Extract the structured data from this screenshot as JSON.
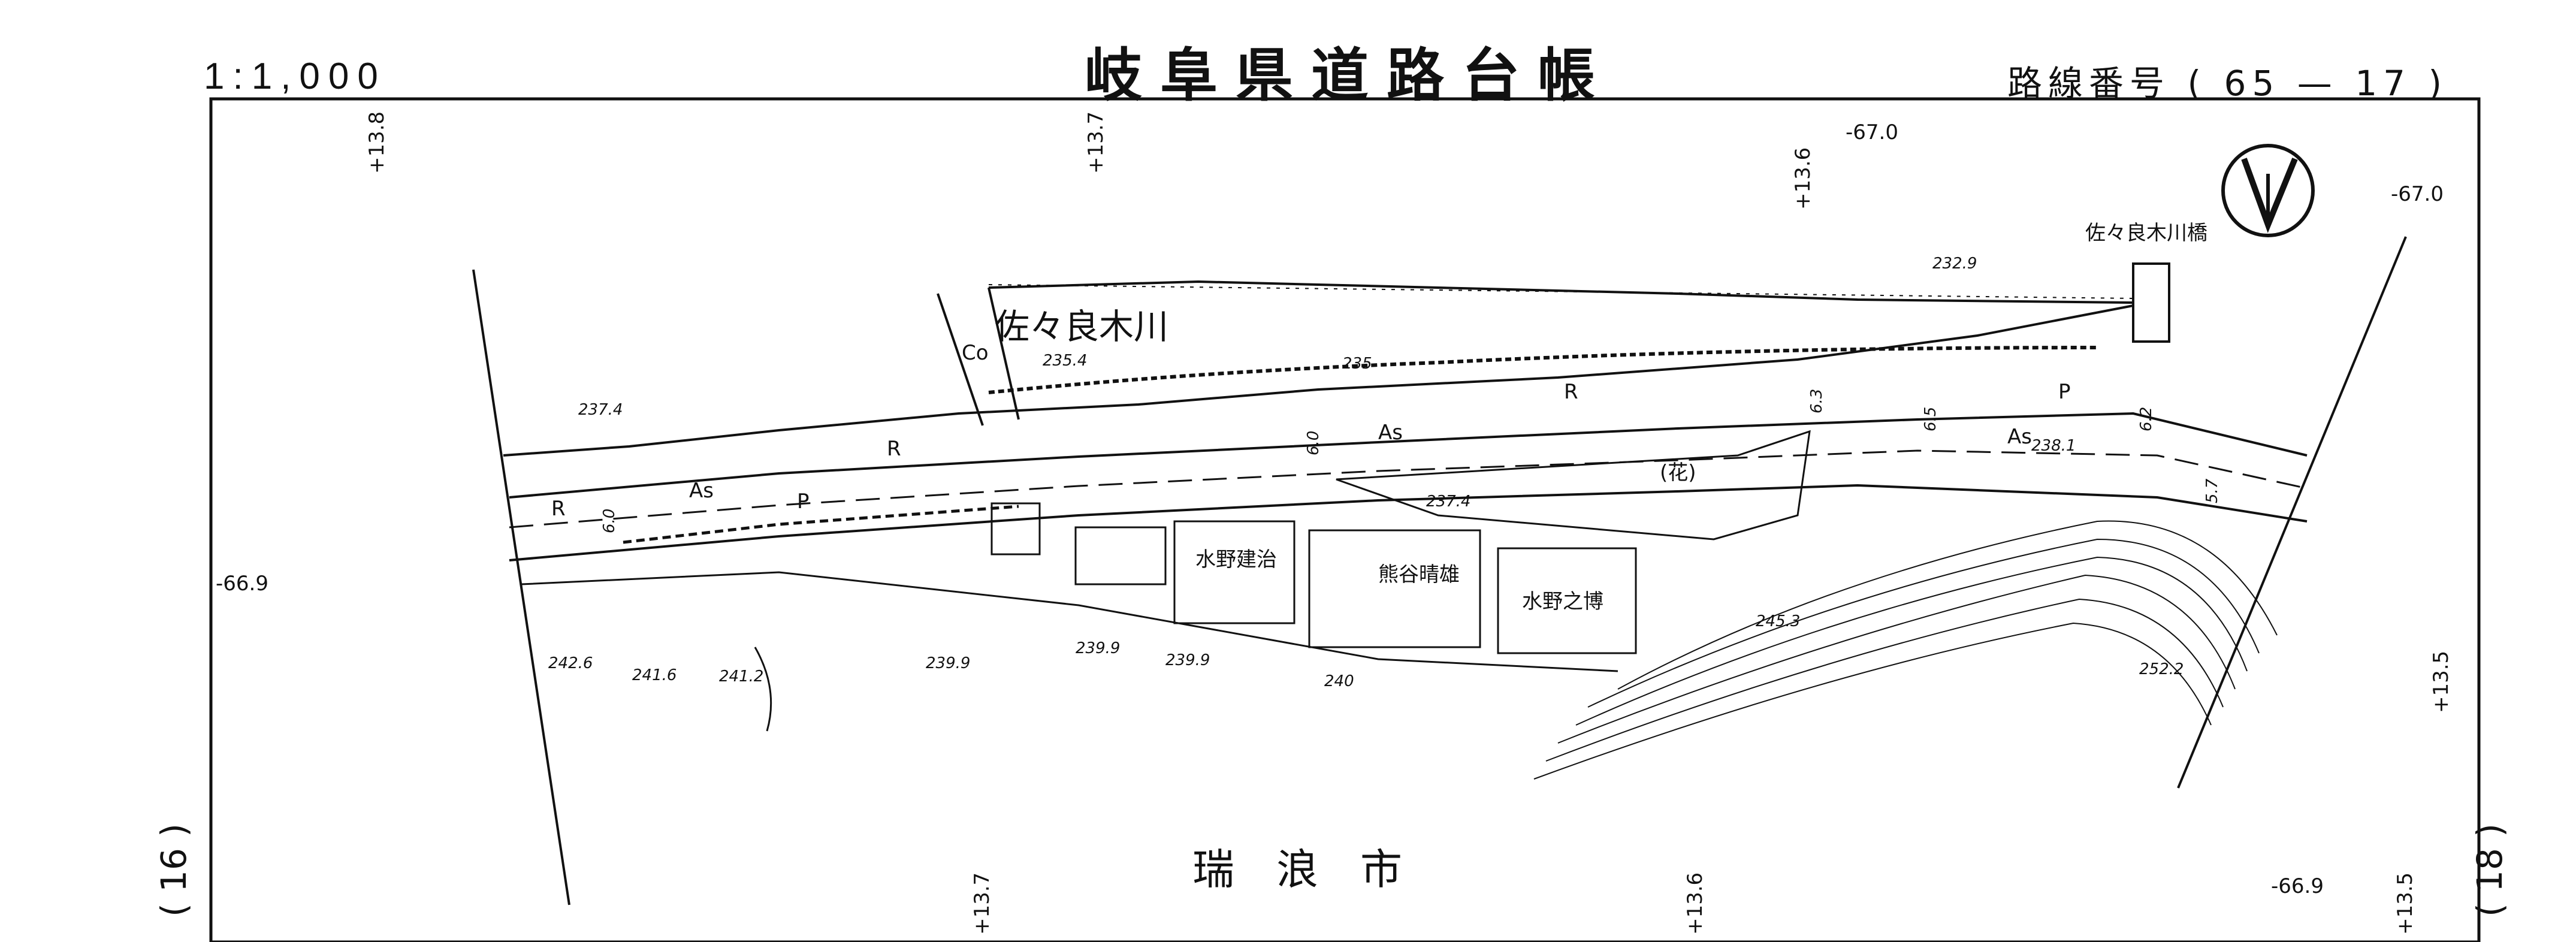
{
  "header": {
    "scale": "1:1,000",
    "title": "岐阜県道路台帳",
    "route_label": "路線番号",
    "route_number": "( 65 — 17 )"
  },
  "map": {
    "river_name": "佐々良木川",
    "bridge_name": "佐々良木川橋",
    "city_name": "瑞　浪　市",
    "flower_label": "(花)",
    "buildings": [
      "水野建治",
      "熊谷晴雄",
      "水野之博"
    ],
    "road_codes": {
      "asphalt": "As",
      "co": "Co",
      "p": "P",
      "r": "R"
    },
    "coords": [
      "+13.8",
      "+13.7",
      "+13.6",
      "+13.5",
      "-67.0",
      "-66.9"
    ],
    "elevations": [
      "237.4",
      "235.4",
      "235",
      "232.9",
      "238.1",
      "237.4",
      "245.3",
      "252.2",
      "242.6",
      "241.6",
      "241.2",
      "239.9",
      "239.9",
      "239.9",
      "240"
    ],
    "widths": [
      "6.0",
      "6.5",
      "6.3",
      "6.2",
      "5.7"
    ],
    "sheet_left": "( 16 )",
    "sheet_right": "( 18 )"
  }
}
